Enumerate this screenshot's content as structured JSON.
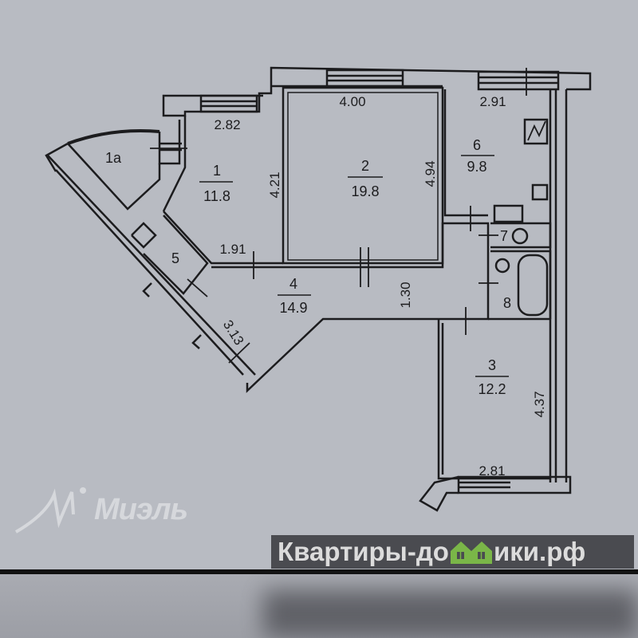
{
  "plan": {
    "rooms": [
      {
        "number": "1a",
        "area": ""
      },
      {
        "number": "1",
        "area": "11.8"
      },
      {
        "number": "2",
        "area": "19.8"
      },
      {
        "number": "3",
        "area": "12.2"
      },
      {
        "number": "4",
        "area": "14.9"
      },
      {
        "number": "5",
        "area": ""
      },
      {
        "number": "6",
        "area": "9.8"
      },
      {
        "number": "7",
        "area": ""
      },
      {
        "number": "8",
        "area": ""
      }
    ],
    "dimensions": {
      "room2_width": "4.00",
      "room6_width": "2.91",
      "room1_width": "2.82",
      "room1_length": "4.21",
      "room2_length": "4.94",
      "corridor_width": "1.91",
      "corridor_depth": "1.30",
      "diagonal_wall": "3.13",
      "room3_length": "4.37",
      "room3_width": "2.81"
    }
  },
  "watermark": {
    "brand": "Миэль"
  },
  "banner": {
    "text_before": "Квартиры-до",
    "text_after": "ики.рф",
    "accent": "#7ab648"
  },
  "colors": {
    "background": "#b8bbc2",
    "wall": "#1c1c1e",
    "banner_bg": "#4a4b50"
  }
}
